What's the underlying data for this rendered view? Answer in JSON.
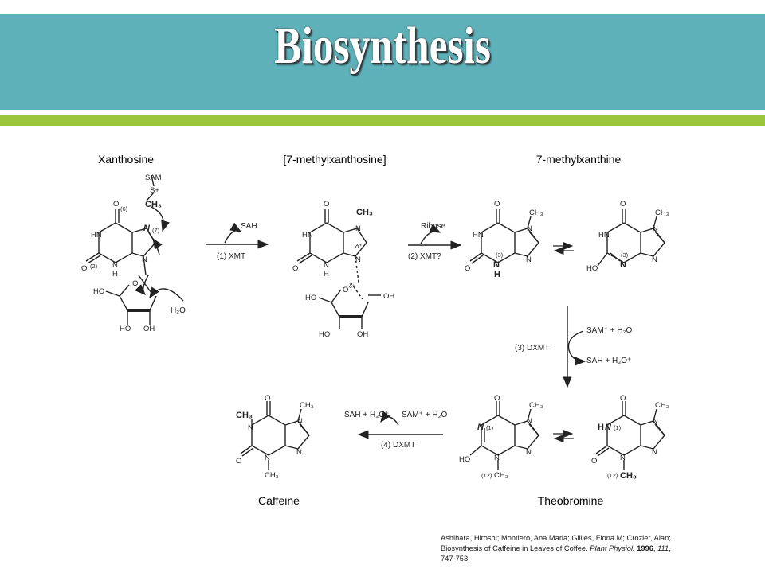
{
  "slide": {
    "title": "Biosynthesis",
    "colors": {
      "header": "#5fb1b9",
      "stripe": "#9bc53d"
    }
  },
  "compounds": {
    "xanthosine": "Xanthosine",
    "methylxanthosine": "[7-methylxanthosine]",
    "methylxanthine": "7-methylxanthine",
    "caffeine": "Caffeine",
    "theobromine": "Theobromine"
  },
  "steps": {
    "step1_label": "(1) XMT",
    "step1_by": "SAH",
    "step2_label": "(2) XMT?",
    "step2_by": "Ribose",
    "step3_label": "(3) DXMT",
    "step3_in": "SAM⁺ + H₂O",
    "step3_out": "SAH + H₃O⁺",
    "step4_label": "(4) DXMT",
    "step4_in": "SAM⁺ + H₂O",
    "step4_out": "SAH + H₃O⁺"
  },
  "atoms": {
    "O": "O",
    "N": "N",
    "HN": "HN",
    "H": "H",
    "OH": "OH",
    "HO": "HO",
    "CH3": "CH₃",
    "SAM": "SAM",
    "S_plus": "S+",
    "H2O": "H₂O",
    "n6": "(6)",
    "n7": "(7)",
    "n2": "(2)",
    "n3": "(3)",
    "n1": "(1)",
    "n12": "(12)",
    "delta_plus": "δ⁺"
  },
  "citation": {
    "authors": "Ashihara, Hiroshi; Montiero, Ana Maria; Gillies, Fiona M; Crozier, Alan;",
    "title": "Biosynthesis of Caffeine in Leaves of Coffee.",
    "journal": "Plant Physiol.",
    "year": "1996",
    "volume": "111",
    "pages": "747-753."
  }
}
